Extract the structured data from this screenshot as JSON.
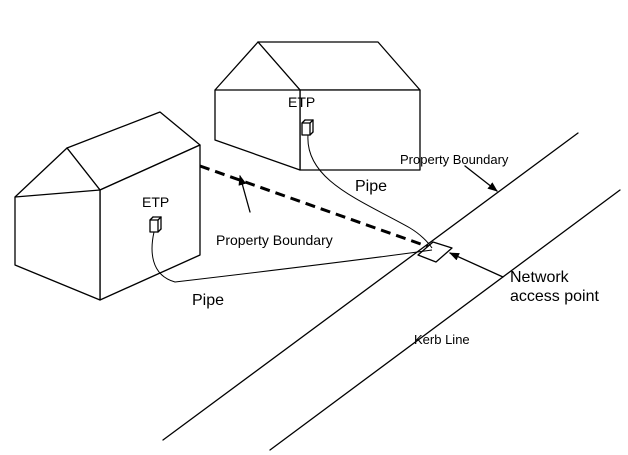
{
  "labels": {
    "etp_left": "ETP",
    "etp_right": "ETP",
    "pipe_left": "Pipe",
    "pipe_right": "Pipe",
    "property_boundary_top": "Property Boundary",
    "property_boundary_mid": "Property Boundary",
    "network_access_line1": "Network",
    "network_access_line2": "access point",
    "kerb_line": "Kerb Line"
  },
  "colors": {
    "line": "#000000",
    "background": "#ffffff"
  }
}
